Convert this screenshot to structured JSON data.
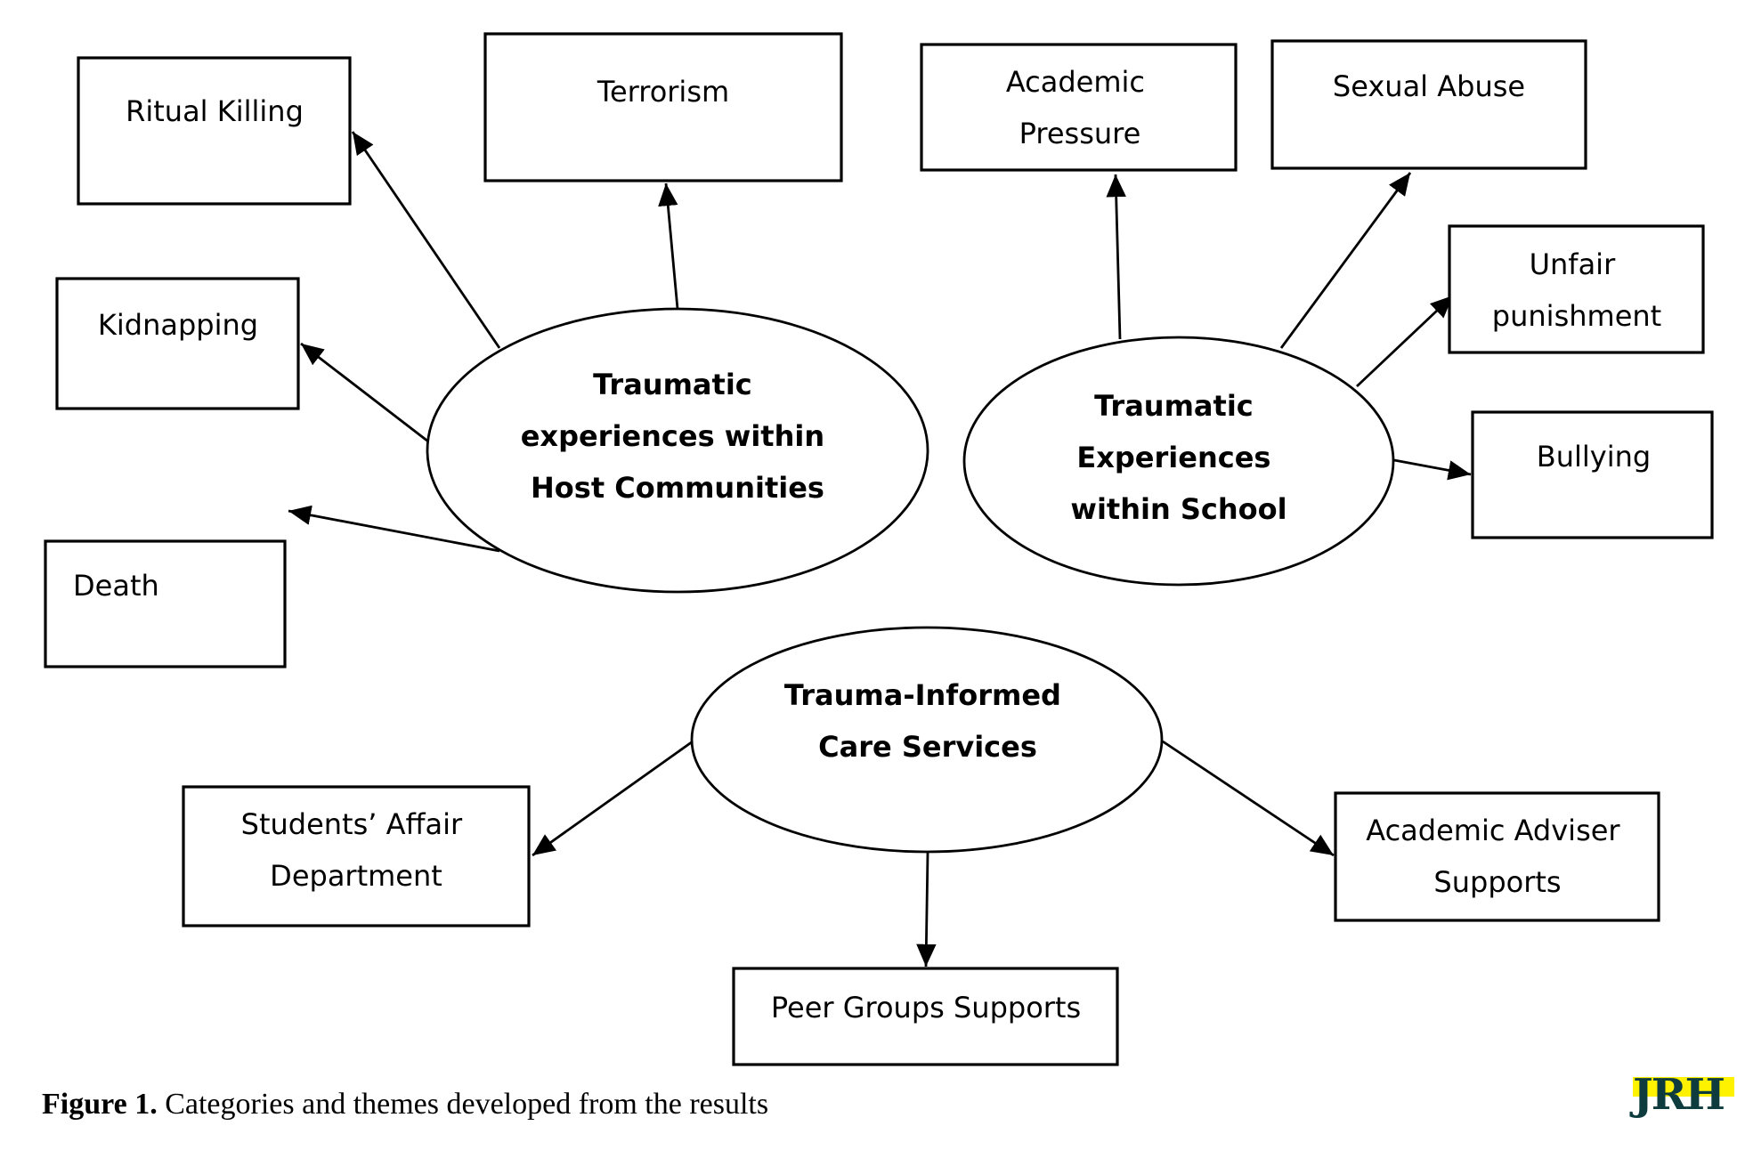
{
  "figure": {
    "caption_label": "Figure 1.",
    "caption_text": " Categories and themes developed from the results",
    "logo_text": "JRH",
    "logo_colors": {
      "letters": "#0D3B3E",
      "band": "#FFF200"
    }
  },
  "themes": [
    {
      "id": "host",
      "lines": [
        "Traumatic",
        "experiences within",
        "Host Communities"
      ],
      "categories": [
        {
          "id": "ritual",
          "lines": [
            "Ritual Killing"
          ]
        },
        {
          "id": "terror",
          "lines": [
            "Terrorism"
          ]
        },
        {
          "id": "kidnap",
          "lines": [
            "Kidnapping"
          ]
        },
        {
          "id": "death",
          "lines": [
            "Death"
          ]
        }
      ]
    },
    {
      "id": "school",
      "lines": [
        "Traumatic",
        "Experiences",
        "within School"
      ],
      "categories": [
        {
          "id": "academic",
          "lines": [
            "Academic",
            "Pressure"
          ]
        },
        {
          "id": "sexual",
          "lines": [
            "Sexual Abuse"
          ]
        },
        {
          "id": "unfair",
          "lines": [
            "Unfair",
            "punishment"
          ]
        },
        {
          "id": "bully",
          "lines": [
            "Bullying"
          ]
        }
      ]
    },
    {
      "id": "care",
      "lines": [
        "Trauma-Informed",
        "Care Services"
      ],
      "categories": [
        {
          "id": "students",
          "lines": [
            "Students’ Affair",
            "Department"
          ]
        },
        {
          "id": "peer",
          "lines": [
            "Peer Groups Supports"
          ]
        },
        {
          "id": "adviser",
          "lines": [
            "Academic Adviser",
            "Supports"
          ]
        }
      ]
    }
  ]
}
